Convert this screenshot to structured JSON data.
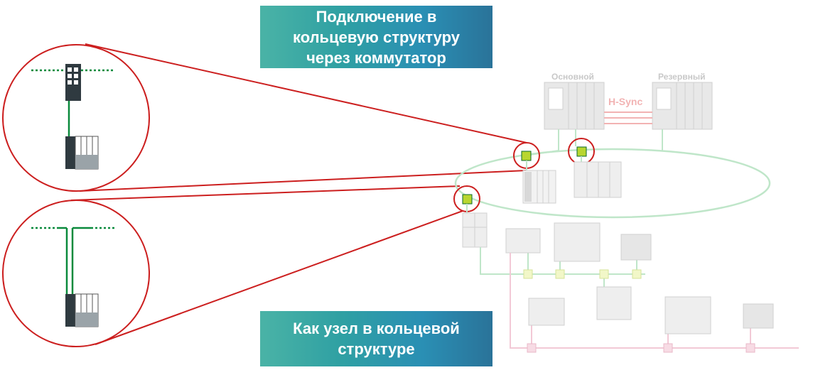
{
  "banners": {
    "top": {
      "line1": "Подключение в",
      "line2": "кольцевую структуру",
      "line3": "через коммутатор"
    },
    "bottom": {
      "line1": "Как узел в кольцевой",
      "line2": "структуре"
    }
  },
  "labels": {
    "main": "Основной",
    "backup": "Резервный",
    "hsync": "H-Sync"
  },
  "colors": {
    "ring_green": "#bfe6c9",
    "network_green": "#0a8a3c",
    "highlight_red": "#cc1f1f",
    "pink_bus": "#f2c9d6",
    "node_yellow": "#b8d630",
    "banner_gradient": [
      "#4ab3a6",
      "#2a7399"
    ]
  }
}
